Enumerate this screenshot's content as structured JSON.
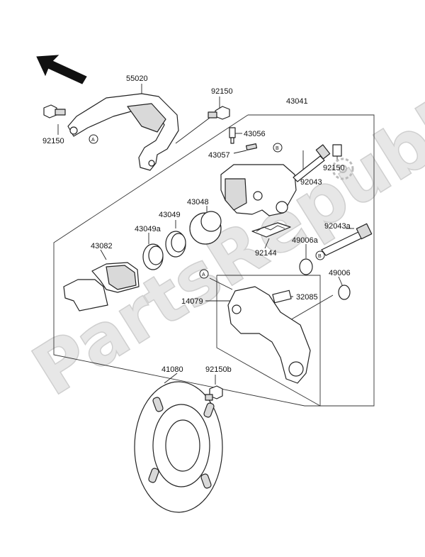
{
  "watermark": "PartsRepublik",
  "callouts": {
    "A": "A",
    "B": "B"
  },
  "labels": {
    "p55020": "55020",
    "p92150_top": "92150",
    "p92150_left": "92150",
    "p43041": "43041",
    "p43056": "43056",
    "p43057": "43057",
    "p92150_right": "92150",
    "p92043": "92043",
    "p43048": "43048",
    "p43049": "43049",
    "p43049a": "43049a",
    "p92043a": "92043a",
    "p43082": "43082",
    "p49006a": "49006a",
    "p92144": "92144",
    "p49006": "49006",
    "p32085": "32085",
    "p14079": "14079",
    "p41080": "41080",
    "p92150b": "92150b"
  }
}
